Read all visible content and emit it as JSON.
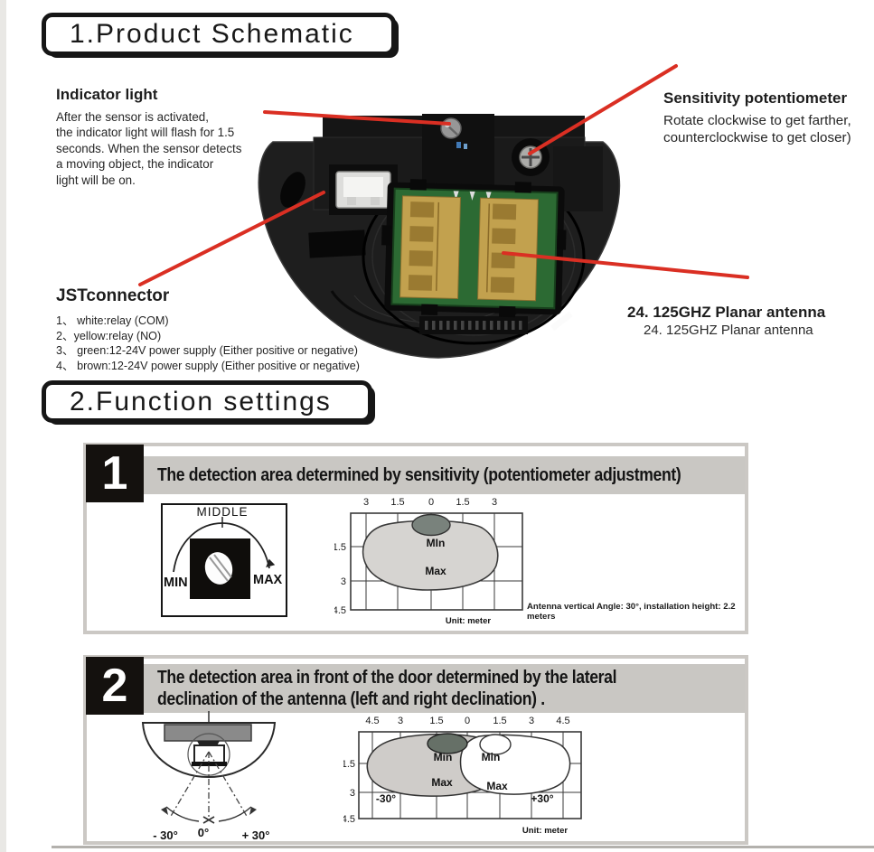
{
  "page": {
    "section1": "1.Product Schematic",
    "section2": "2.Function settings"
  },
  "schematic": {
    "indicator": {
      "title": "Indicator light",
      "body": "After the sensor is activated,\nthe indicator light will flash for 1.5\nseconds. When the sensor detects\na moving object, the indicator\nlight will be on."
    },
    "sensitivity": {
      "title": "Sensitivity potentiometer",
      "body": "Rotate clockwise to get farther,\ncounterclockwise to get closer)"
    },
    "jst": {
      "title": "JSTconnector",
      "items": [
        "1、 white:relay (COM)",
        "2、yellow:relay (NO)",
        "3、 green:12-24V power supply (Either positive or negative)",
        "4、 brown:12-24V power supply (Either positive or negative)"
      ]
    },
    "antenna": {
      "title": "24. 125GHZ Planar antenna",
      "subtitle": "24. 125GHZ Planar antenna"
    }
  },
  "panel1": {
    "number": "1",
    "title": "The detection area determined by sensitivity (potentiometer adjustment)",
    "dial": {
      "middle": "MIDDLE",
      "min": "MIN",
      "max": "MAX"
    },
    "chart": {
      "xlabels": [
        "3",
        "1.5",
        "0",
        "1.5",
        "3"
      ],
      "ylabels": [
        "1.5",
        "3",
        "4.5"
      ],
      "min": "MIn",
      "max": "Max",
      "unit": "Unit: meter"
    },
    "note": "Antenna vertical Angle: 30°, installation height: 2.2 meters"
  },
  "panel2": {
    "number": "2",
    "title": "The detection area in front of the door determined by the lateral\ndeclination of the antenna (left and right declination)  .",
    "door": {
      "neg": "- 30°",
      "zero": "0°",
      "pos": "+ 30°"
    },
    "chart": {
      "xlabels": [
        "4.5",
        "3",
        "1.5",
        "0",
        "1.5",
        "3",
        "4.5"
      ],
      "ylabels": [
        "1.5",
        "3",
        "4.5"
      ],
      "lmin": "Min",
      "lmax": "Max",
      "rmin": "Min",
      "rmax": "Max",
      "neg": "-30°",
      "pos": "+30°",
      "unit": "Unit: meter"
    }
  },
  "chart_data": [
    {
      "type": "area",
      "title": "Detection area determined by sensitivity (potentiometer adjustment)",
      "x_axis_top_ticks_m": [
        3,
        1.5,
        0,
        1.5,
        3
      ],
      "y_axis_ticks_m": [
        1.5,
        3,
        4.5
      ],
      "unit": "meter",
      "regions": [
        {
          "label": "MIn",
          "x_extent_m": [
            -1.0,
            1.0
          ],
          "y_extent_m": [
            0,
            0.6
          ]
        },
        {
          "label": "Max",
          "x_extent_m": [
            -3.2,
            3.2
          ],
          "y_extent_m": [
            0,
            3.2
          ]
        }
      ],
      "note": "Antenna vertical Angle: 30°, installation height: 2.2 meters"
    },
    {
      "type": "area",
      "title": "Detection area by lateral declination of the antenna",
      "x_axis_top_ticks_m": [
        4.5,
        3,
        1.5,
        0,
        1.5,
        3,
        4.5
      ],
      "y_axis_ticks_m": [
        1.5,
        3,
        4.5
      ],
      "unit": "meter",
      "regions": [
        {
          "label": "-30° Min",
          "x_extent_m": [
            -1.8,
            -0.3
          ],
          "y_extent_m": [
            0,
            0.9
          ]
        },
        {
          "label": "-30° Max",
          "x_extent_m": [
            -4.3,
            0.9
          ],
          "y_extent_m": [
            0,
            3.1
          ]
        },
        {
          "label": "+30° Min",
          "x_extent_m": [
            0.3,
            1.8
          ],
          "y_extent_m": [
            0,
            0.9
          ]
        },
        {
          "label": "+30° Max",
          "x_extent_m": [
            -0.9,
            4.3
          ],
          "y_extent_m": [
            0,
            3.1
          ]
        }
      ]
    }
  ]
}
